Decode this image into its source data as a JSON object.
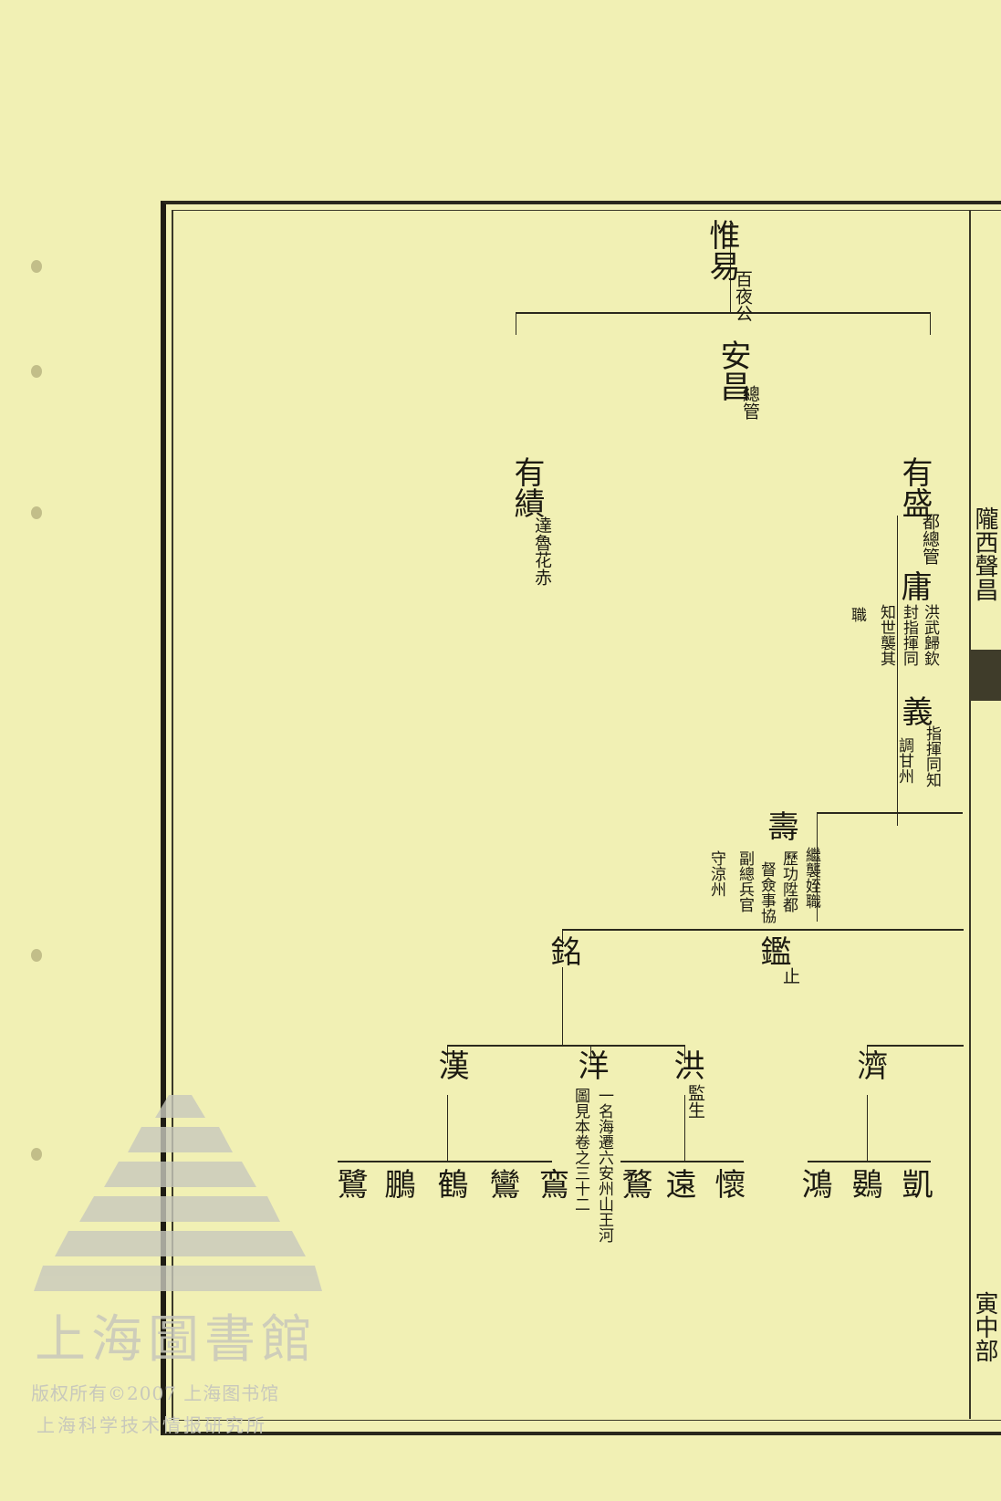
{
  "genealogy": {
    "weiyi": {
      "name": "惟易",
      "note": "百夜公"
    },
    "anchang": {
      "name": "安昌",
      "note": "總管"
    },
    "youji": {
      "name": "有績",
      "note": "達魯花赤"
    },
    "yousheng": {
      "name": "有盛",
      "note": "都總管"
    },
    "yong": {
      "name": "庸",
      "notes": [
        "洪武歸欽",
        "封指揮同",
        "知世襲其",
        "職"
      ]
    },
    "yi": {
      "name": "義",
      "notes": [
        "指揮同知",
        "調甘州"
      ]
    },
    "shou": {
      "name": "壽",
      "notes": [
        "繼襲姪職",
        "歷功陞都",
        "督僉事協",
        "副總兵官",
        "守涼州"
      ]
    },
    "ming": {
      "name": "銘"
    },
    "jian": {
      "name": "鑑",
      "note": "止"
    },
    "han": {
      "name": "漢"
    },
    "yang": {
      "name": "洋",
      "notes": [
        "一名海遷六安州山王河",
        "圖見本卷之三十二"
      ]
    },
    "hong": {
      "name": "洪",
      "note": "監生"
    },
    "ji": {
      "name": "濟"
    },
    "gen5": [
      "鷺",
      "鵬",
      "鶴",
      "鸞",
      "鵉",
      "鶩",
      "遠",
      "懷",
      "鴻",
      "鷃",
      "凱"
    ]
  },
  "side": {
    "top": "隴西聲昌",
    "bottom": "寅中部"
  },
  "watermark": {
    "library": "上海圖書館",
    "copyright": "版权所有©2007 上海图书馆",
    "institute": "上海科学技术情报研究所"
  }
}
